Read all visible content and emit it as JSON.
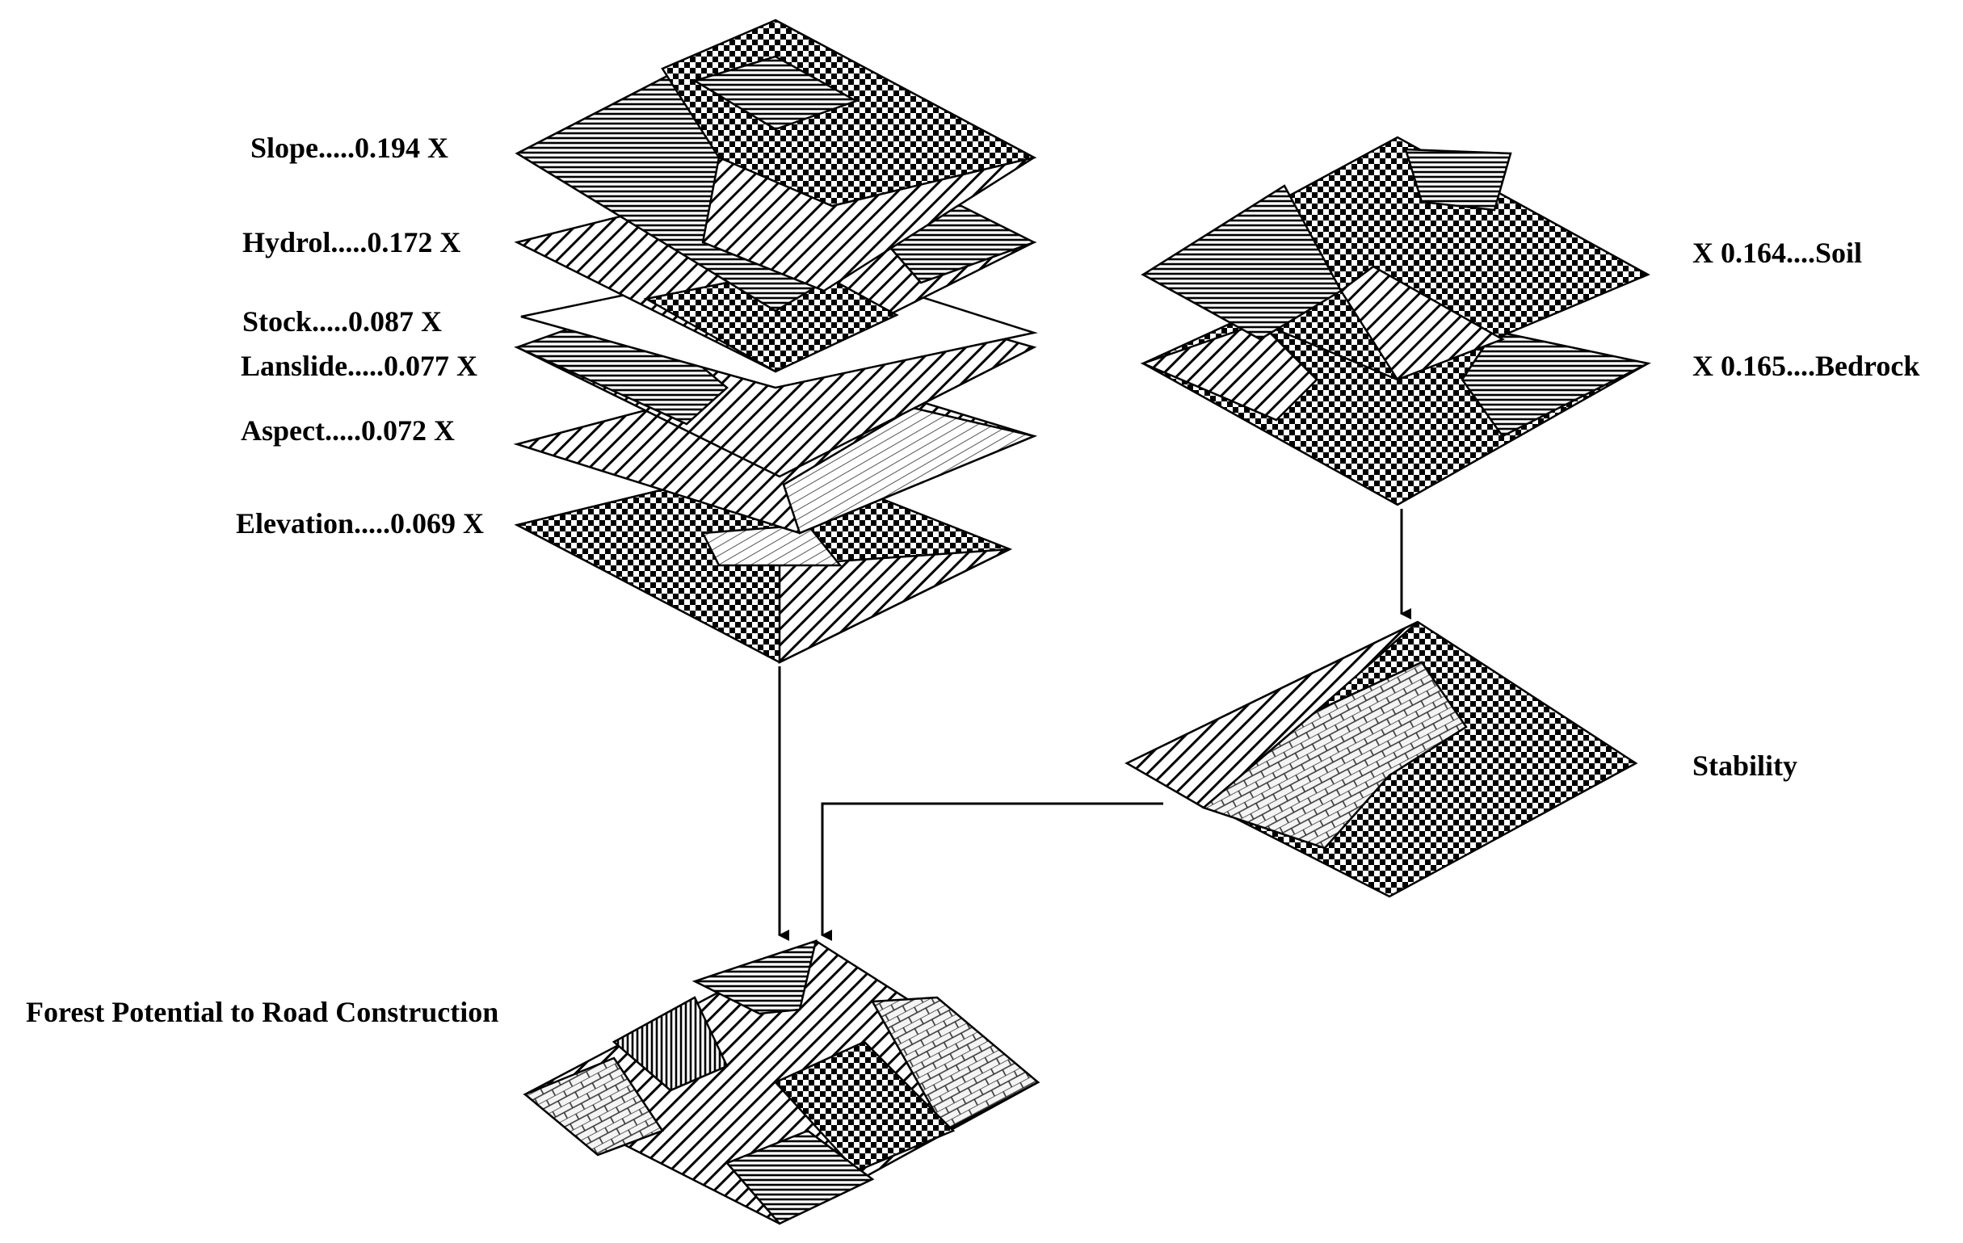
{
  "labels": {
    "slope": "Slope.....0.194 X",
    "hydrol": "Hydrol.....0.172 X",
    "stock": "Stock.....0.087 X",
    "landslide": "Lanslide.....0.077 X",
    "aspect": "Aspect.....0.072 X",
    "elevation": "Elevation.....0.069 X",
    "soil": "X 0.164....Soil",
    "bedrock": "X 0.165....Bedrock",
    "stability": "Stability",
    "output": "Forest Potential to Road Construction"
  },
  "patterns": [
    "horizontal-hatch",
    "diagonal-hatch",
    "checker",
    "vertical-hatch",
    "brick",
    "light-diagonal"
  ],
  "colors": {
    "ink": "#000000",
    "background": "#ffffff"
  }
}
